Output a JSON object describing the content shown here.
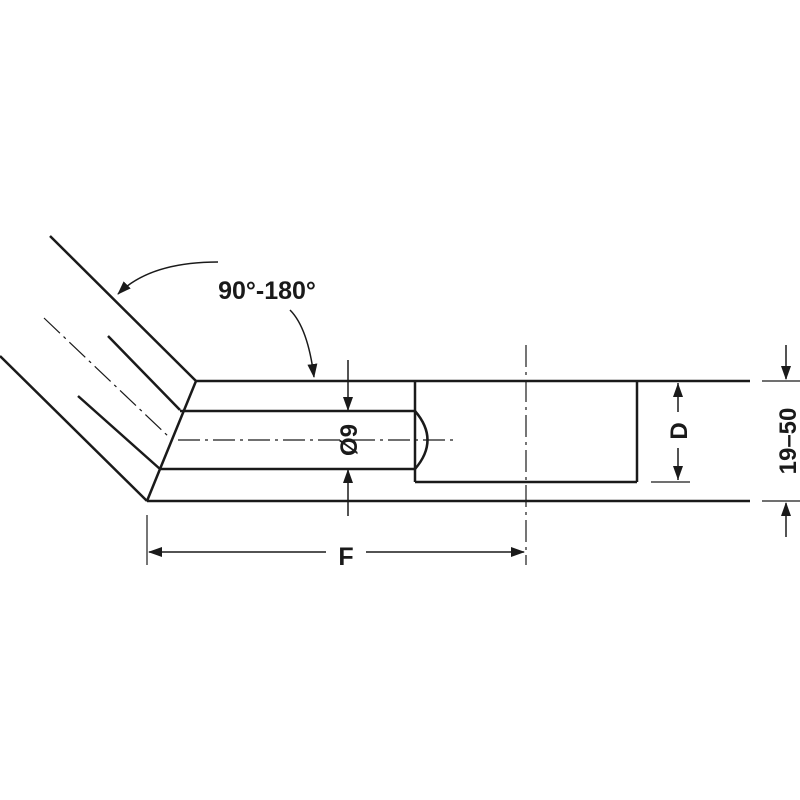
{
  "diagram": {
    "labels": {
      "angle": "90°-180°",
      "diameter": "Ø9",
      "depth": "D",
      "thickness": "19–50",
      "distance": "F"
    },
    "colors": {
      "ink": "#1a1a1a",
      "background": "#ffffff"
    }
  }
}
